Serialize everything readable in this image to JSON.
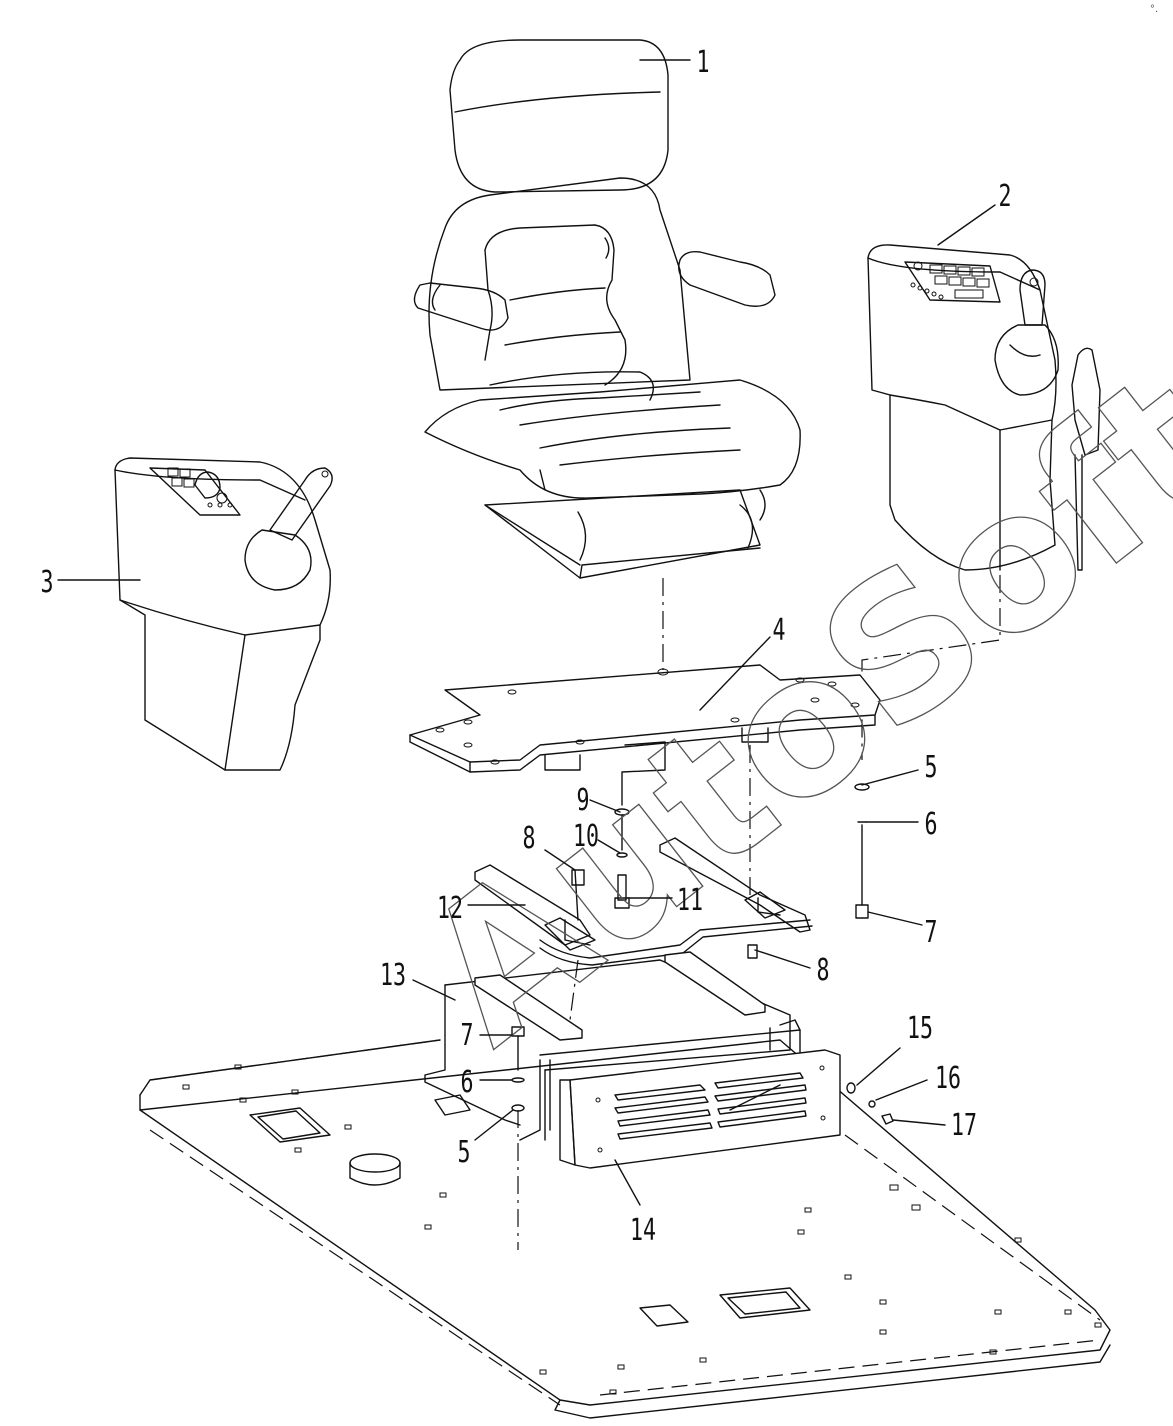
{
  "watermark": "AutoSoft",
  "corner_mark": "°.",
  "callouts": [
    {
      "id": "c1",
      "text": "1"
    },
    {
      "id": "c2",
      "text": "2"
    },
    {
      "id": "c3",
      "text": "3"
    },
    {
      "id": "c4",
      "text": "4"
    },
    {
      "id": "c5a",
      "text": "5"
    },
    {
      "id": "c6a",
      "text": "6"
    },
    {
      "id": "c7a",
      "text": "7"
    },
    {
      "id": "c8a",
      "text": "8"
    },
    {
      "id": "c9",
      "text": "9"
    },
    {
      "id": "c10",
      "text": "10"
    },
    {
      "id": "c11",
      "text": "11"
    },
    {
      "id": "c12",
      "text": "12"
    },
    {
      "id": "c8b",
      "text": "8"
    },
    {
      "id": "c13",
      "text": "13"
    },
    {
      "id": "c7b",
      "text": "7"
    },
    {
      "id": "c6b",
      "text": "6"
    },
    {
      "id": "c5b",
      "text": "5"
    },
    {
      "id": "c15",
      "text": "15"
    },
    {
      "id": "c16",
      "text": "16"
    },
    {
      "id": "c17",
      "text": "17"
    },
    {
      "id": "c14",
      "text": "14"
    }
  ]
}
